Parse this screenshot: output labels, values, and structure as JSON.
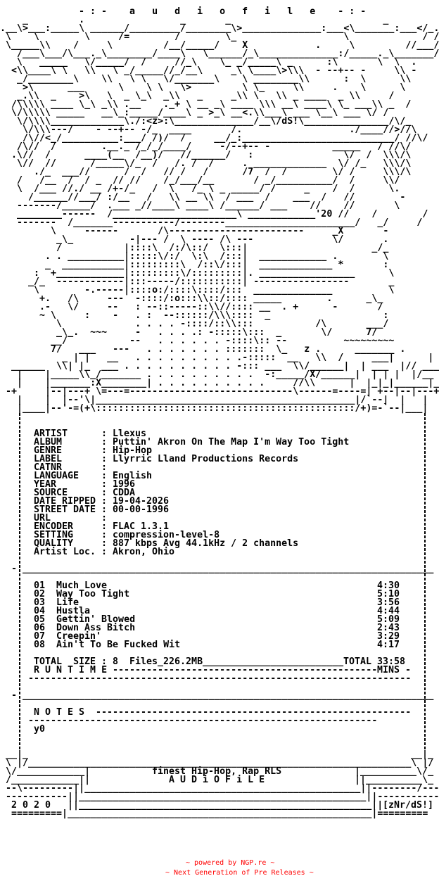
{
  "title": "- : -    a   u   d   i   o   f   i   l   e    - : -",
  "header_art": [
    "    _         .                 _       _                           _          _",
    ".__\\>___:_____\\ ______/_________/________\\>______________:___<\\_______:___</_.",
    " \\    \\        \\     /=        /        \\_                   \\             / /",
    " \\_____\\\\    /     \\         /__/_____/    X            .     \\         //___/",
    "   /___\\___/\\___._\\________/____\\   \\______/_\\______________:/_____._\\_______/",
    "   \\   _____   \\/_____/  /     //_\\    \\_ _/_____\\ _      :\\       \\  \\  .",
    "  <\\\\____\\ \\   \\\\   \\ _/_____//_/__\\     _\\ \\____\\>\\\\\\  - --+-- -     \\\\ -",
    "   _/________\\    \\\\   \\ \\   \\/_______\\    \\ ________\\\\      :  \\      \\\\",
    "    >\\      ___      \\    \\ \\   \\>         \\ \\_     \\\\     .    \\      \\",
    "   _.\\\\  _    >\\   \\  _ \\_\\  _\\\\   _     _\\\\ \\   \\\\ _ ____  _ \\\\     /",
    "  /\\\\\\\\\\ ____ \\_\\ _\\\\ .__    ._+ \\ __ _\\ ____ \\\\\\ __\\ ____\\ \\_ ___\\\\ _  /",
    "  \\/\\\\\\\\\\ _____   __\\_:_____/____\\ _ >_\\ __<.\\\\___\\ ___ \\__\\ ___ \\/ /",
    "   \\/\\\\\\\\_____________\\./:<z>:\\______________/__\\/dS!\\_______________/\\/_",
    "    \\/\\\\\\---/    - --+-- -/_  ____       /.                   ./____//>//\\",
    "    /\\//<_/__________:___/ /)/  /     __/_:___________________________/ //\\/",
    "   /\\//  /        .__._ /_/_/____/     -/--+-- -           _____   / //\\/",
    "  .\\//  /      ____(__  /__)/   //______/   :                \\/  /  \\\\\\/\\",
    "   \\//  //      /_____\\/_  /   /. /  /     . _____________  \\/ /_   \\\\\\/\\",
    "      ./_  ___//      /  /   // /   /      /7  /  /        \\/ /     \\\\\\/\\",
    "   /   /__  /  / _  // //    /_/___/__       / _/__________/  /     \\\\/",
    "   \\  /___ //./ __ /+-/_   /  \\   /_ \\ _ _____/ /     _    /  /      \\.",
    "     /______//___/ :/__   /   \\\\ __ \\\\  / ___  /    ___  /   //        -",
    "   -------/_____/  .___ _//____\\ ____\\ /______/ ___    //    //       \\",
    "   ________------  /______________________\\ ____________'20 //    /        /",
    "   -------  /_______-----------/--------_______________________/   _/     /",
    "         \\     ------       /\\------------------------     _X       -",
    "          _\\_          -|--- /  \\ ---- /\\ ---              \\/       .",
    "          /           |::::\\  /:/\\::/  \\:::|                      _/_",
    "        . . __________|:::::\\/:/  \\:\\  /:::|  ____________ .        \\",
    "        _  ___________|:::::::::\\  /::\\/:::|  _____________ *       :",
    "      :  +____________|:::::::::\\/:::::::::|. _________________      \\",
    "     _/_  ------------|:::-----/:::::::::::| -----------------       _",
    "      \\        -.-----|::::o:/::::\\::::/:::  ______________          \\",
    "       +.   /\\     ---  -::::/:o:::\\\\::/:::: _____        .      _\\_",
    "       .-   \\/     --   : --::-----::\\\\//:::: __  . +      -       /",
    "       ~ \\     :    -   . :  --::::::/\\\\\\::::  _                    :",
    "          \\             . . . . -::::/::\\\\:::           /\\       ___/",
    "          _\\_.  ~~~     -   . . . .: -:::::\\:::  _       \\/      7/",
    "         __/           --   . . . . . . -::::\\:: --          ~~~~~~~~~",
    "         7/   ___   ---   . . . . . . . :::::::  \\_   z .      _______ .",
    "           _ | |   __   . . . . . . . . . .-:::::  __   \\\\  /     ___|      | _",
    "  ______  \\\\| |_  ___ . . . . . . . . . . -::: ___  \\\\/______|  | ___  |// ___",
    "   |    |_____\\\\_/_______ . . . . . . . . . .  -:_____/X/______|  | | |  |/__ | |",
    "   |    |_______:X________| . . . . . . . . . .     //\\\\      |  |_|_|______|_| |",
    " -+     |--|---+ \\=---=-----------------------------\\------=----=| +--|--|---+-",
    "   |    |  |--'\\|______________________________________________|/`--|  |   |",
    "   |____|--'-=(+\\::::::::::::::::::::::::::::::::::::::::::::::/+)=-`--|___|"
  ],
  "info": {
    "sep": ":",
    "fields": [
      {
        "label": "ARTIST",
        "value": "Llexus"
      },
      {
        "label": "ALBUM",
        "value": "Puttin' Akron On The Map I'm Way Too Tight"
      },
      {
        "label": "GENRE",
        "value": "Hip-Hop"
      },
      {
        "label": "LABEL",
        "value": "Llyrric Lland Productions Records"
      },
      {
        "label": "CATNR",
        "value": ""
      },
      {
        "label": "LANGUAGE",
        "value": "English"
      },
      {
        "label": "YEAR",
        "value": "1996"
      },
      {
        "label": "SOURCE",
        "value": "CDDA"
      },
      {
        "label": "DATE RIPPED",
        "value": "19-04-2026"
      },
      {
        "label": "STREET DATE",
        "value": "00-00-1996"
      },
      {
        "label": "URL",
        "value": ""
      },
      {
        "label": "ENCODER",
        "value": "FLAC 1.3.1"
      },
      {
        "label": "SETTING",
        "value": "compression-level-8"
      },
      {
        "label": "QUALITY",
        "value": "887 kbps Avg 44.1kHz / 2 channels"
      },
      {
        "label": "Artist Loc.",
        "value": "Akron, Ohio"
      }
    ]
  },
  "tracks": [
    {
      "num": "01",
      "title": "Much Love",
      "time": "4:30"
    },
    {
      "num": "02",
      "title": "Way Too Tight",
      "time": "5:10"
    },
    {
      "num": "03",
      "title": "Life",
      "time": "3:56"
    },
    {
      "num": "04",
      "title": "Hustla",
      "time": "4:44"
    },
    {
      "num": "05",
      "title": "Gettin' Blowed",
      "time": "5:09"
    },
    {
      "num": "06",
      "title": "Down Ass Bitch",
      "time": "2:43"
    },
    {
      "num": "07",
      "title": "Creepin'",
      "time": "3:29"
    },
    {
      "num": "08",
      "title": "Ain't To Be Fucked Wit",
      "time": "4:17"
    }
  ],
  "totals": {
    "size_label": "TOTAL  SIZE",
    "files": "8",
    "files_text": "Files_226.2MB",
    "filler": "_________________________",
    "total_label": "TOTAL",
    "total_time": "33:58",
    "runtime_label": "R U N T I M E",
    "runtime_rule": "-----------------------------------------------",
    "mins_label": "MINS -"
  },
  "rules": {
    "divider": "- _________________________________________________________________________ -",
    "long_dash": "--------------------------------------------------------------------",
    "notes_dash": "--------------------------------------------------------",
    "notes_rule": "--------------------------------------------------------------"
  },
  "notes": {
    "heading": "N O T E S",
    "text": "y0"
  },
  "footer": {
    "tagline": "finest Hip-Hop, Rap RLS",
    "brand": "A U D i O F i L E",
    "year": "2 0 2 0",
    "group": "[zNr/dS!]",
    "art": [
      " __|_                                                                    __|_",
      " \\ |/____________________________________________________________________\\ |/",
      " \\/____________|                                               |__________\\/_",
      " /____________||                                               ||__________\\_",
      " --\\---------||_________________________________________________||--------/---",
      " -----------||___________________________________________________||-----------",
      "            ||____________________________________________________||         ",
      "  =========|______________________________________________________|========="
    ]
  },
  "credits": {
    "line1": "~ powered by NGP.re ~",
    "line2": "~ Next Generation of Pre Releases ~"
  }
}
